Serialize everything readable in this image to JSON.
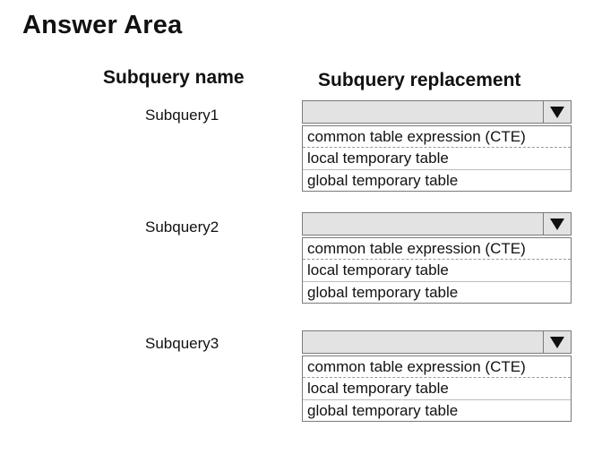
{
  "title": "Answer Area",
  "headers": {
    "name": "Subquery name",
    "replacement": "Subquery replacement"
  },
  "rows": [
    {
      "label": "Subquery1",
      "selected": "",
      "options": [
        "common table expression (CTE)",
        "local temporary table",
        "global temporary table"
      ]
    },
    {
      "label": "Subquery2",
      "selected": "",
      "options": [
        "common table expression (CTE)",
        "local temporary table",
        "global temporary table"
      ]
    },
    {
      "label": "Subquery3",
      "selected": "",
      "options": [
        "common table expression (CTE)",
        "local temporary table",
        "global temporary table"
      ]
    }
  ],
  "colors": {
    "header_bg": "#e3e3e3",
    "border": "#7a7a7a",
    "text": "#111111"
  },
  "icons": {
    "dropdown": "triangle-down-icon"
  }
}
